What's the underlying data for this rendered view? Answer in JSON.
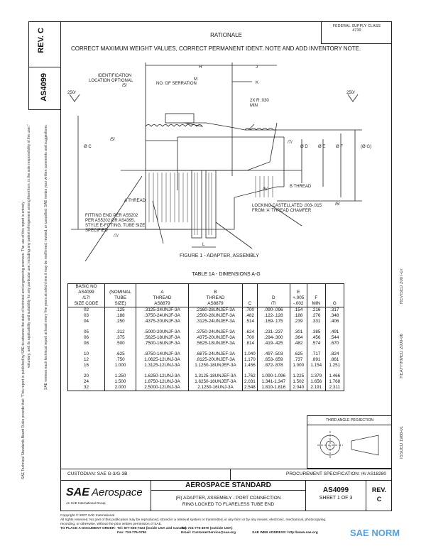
{
  "sidebar": {
    "rev_label": "REV.",
    "rev_value": "C",
    "doc_number": "AS4099",
    "note1": "SAE Technical Standards Board Rules provide that: \"This report is published by SAE to advance the state of technical and engineering sciences. The use of this report is entirely",
    "note2": "voluntary, and its applicability and suitability for any particular use, including any patent infringement arising therefrom, is the sole responsibility of the user.\"",
    "note3": "SAE reviews each technical report at least every five years at which time it may be reaffirmed, revised, or cancelled. SAE invites your written comments and suggestions."
  },
  "right_strip": {
    "issued": "ISSUED 1988-01",
    "reaffirmed": "REAFFIRMED 2000-06",
    "revised": "REVISED 2007-07"
  },
  "header": {
    "federal_class": "FEDERAL SUPPLY CLASS",
    "federal_class_value": "4730",
    "rationale_title": "RATIONALE",
    "rationale_text": "CORRECT MAXIMUM WEIGHT VALUES, CORRECT PERMANENT IDENT. NOTE AND ADD INVENTORY NOTE."
  },
  "drawing": {
    "dim_h": "H",
    "dim_j": "J",
    "dim_k": "K",
    "dim_l": "L",
    "dim_m": "M",
    "ident": "IDENTIFICATION",
    "ident2": "LOCATION OPTIONAL",
    "note5": "/5/",
    "serrations": "NO. OF SERRATION",
    "radius": "2X R .030",
    "radius2": "MIN",
    "finish": "250/",
    "dia_c": "Ø C",
    "dia_d": "Ø D",
    "dia_e": "Ø E",
    "dia_f": "Ø F",
    "dia_g": "(Ø G)",
    "note7": "/7/",
    "a_thread": "A THREAD",
    "b_thread": "B THREAD",
    "locking": "LOCKING CASTELLATED .003-.015",
    "locking2": "FROM 'A' THREAD CHAMFER",
    "note6": "/6/",
    "fitting1": "FITTING END PER AS5202",
    "fitting2": "PER AS5202 OR AS4395,",
    "fitting3": "STYLE E-FITTING, TUBE SIZE",
    "fitting4": "SPECIFIED",
    "figure_caption": "FIGURE 1 - ADAPTER, ASSEMBLY"
  },
  "table": {
    "title": "TABLE 1A - DIMENSIONS A-G",
    "headers": [
      [
        "BASIC NO",
        "AS4099",
        "/17/",
        "SIZE CODE"
      ],
      [
        "(NOMINAL",
        "TUBE",
        "SIZE)"
      ],
      [
        "A",
        "THREAD",
        "AS8879"
      ],
      [
        "B",
        "THREAD",
        "AS8879"
      ],
      [
        "C"
      ],
      [
        "D",
        "/7/"
      ],
      [
        "E",
        "+.005",
        "-.002"
      ],
      [
        "F",
        "MIN"
      ],
      [
        "G"
      ]
    ],
    "groups": [
      [
        [
          "02",
          ".125",
          ".3125-24UNJF-3A",
          ".2160-28UNJEF-3A",
          ".700",
          ".090-.096",
          ".154",
          ".216",
          ".317"
        ],
        [
          "03",
          ".188",
          ".3750-24UNJF-3A",
          ".2500-28UNJEF-3A",
          ".482",
          ".122-.128",
          ".188",
          ".276",
          ".348"
        ],
        [
          "04",
          ".250",
          ".4375-20UNJF-3A",
          ".3125-24UNJEF-3A",
          ".514",
          ".169-.175",
          ".239",
          ".331",
          ".406"
        ]
      ],
      [
        [
          "05",
          ".312",
          ".5000-20UNJF-3A",
          ".3750-24UNJEF-3A",
          ".624",
          ".231-.237",
          ".301",
          ".385",
          ".491"
        ],
        [
          "06",
          ".375",
          ".5625-18UNJF-3A",
          ".4375-20UNJEF-3A",
          ".700",
          ".294-.300",
          ".364",
          ".456",
          ".544"
        ],
        [
          "08",
          ".500",
          ".7500-16UNJF-3A",
          ".5625-18UNJEF-3A",
          ".814",
          ".419-.425",
          ".482",
          ".574",
          ".670"
        ]
      ],
      [
        [
          "10",
          ".625",
          ".8750-14UNJF-3A",
          ".6875-24UNJEF-3A",
          "1.040",
          ".497-.503",
          ".625",
          ".717",
          ".824"
        ],
        [
          "12",
          ".750",
          "1.0625-12UNJ-3A",
          ".8125-20UNJEF-3A",
          "1.170",
          ".653-.659",
          ".737",
          ".891",
          ".861"
        ],
        [
          "16",
          "1.000",
          "1.3125-12UNJ-3A",
          "1.1250-18UNJEF-3A",
          "1.456",
          ".872-.878",
          "1.000",
          "1.154",
          "1.251"
        ]
      ],
      [
        [
          "20",
          "1.250",
          "1.6250-12UNJ-3A",
          "1.3125-18UNJEF-3A",
          "1.762",
          "1.090-1.096",
          "1.225",
          "1.379",
          "1.466"
        ],
        [
          "24",
          "1.500",
          "1.8750-12UNJ-3A",
          "1.6250-18UNJEF-3A",
          "2.031",
          "1.341-1.347",
          "1.502",
          "1.656",
          "1.768"
        ],
        [
          "32",
          "2.000",
          "2.5000-12UNJ-3A",
          "2.1250-16UNJ-3A",
          "2.548",
          "1.810-1.816",
          "2.040",
          "2.191",
          "2.311"
        ]
      ]
    ]
  },
  "projection": {
    "label": "THIRD ANGLE PROJECTION"
  },
  "title_block": {
    "custodian": "CUSTODIAN: SAE G-3/G-3B",
    "procurement": "PROCUREMENT SPECIFICATION: /4/ AS18280",
    "logo_main": "SAE",
    "logo_sub": "Aerospace",
    "logo_tag": "An SAE International Group",
    "standard": "AEROSPACE STANDARD",
    "title1": "(R) ADAPTER, ASSEMBLY - PORT CONNECTION",
    "title2": "RING LOCKED TO FLARELESS TUBE END",
    "doc_number": "AS4099",
    "sheet": "SHEET 1 OF 3",
    "rev_label": "REV.",
    "rev_value": "C"
  },
  "footer": {
    "copyright": "Copyright © 2007 SAE International",
    "rights1": "All rights reserved. No part of this publication may be reproduced, stored in a retrieval system or transmitted, in any form or by any means, electronic, mechanical, photocopying,",
    "rights2": "recording, or otherwise, without the prior written permission of SAE.",
    "order": "TO PLACE A DOCUMENT ORDER:",
    "tel1": "Tel: 877-606-7323 (inside USA and Canada)",
    "fax": "Fax: 724-776-0790",
    "tel2": "Tel: 724-776-4970 (outside USA)",
    "email": "Email: CustomerService@sae.org",
    "web": "SAE WEB ADDRESS: http://www.sae.org",
    "watermark": "SAE NORM",
    "accent": "#3a8fd0"
  }
}
